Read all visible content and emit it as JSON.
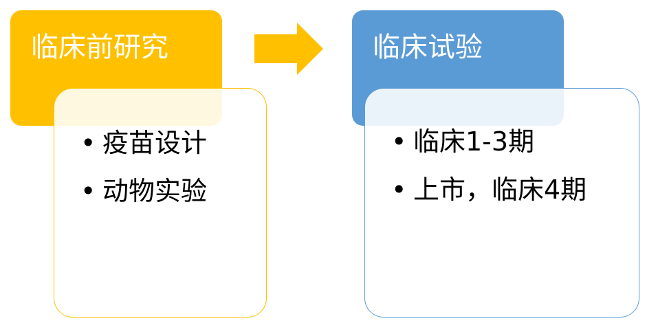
{
  "colors": {
    "stage1": "#FFC000",
    "stage2": "#5B9BD5"
  },
  "stages": [
    {
      "title": "临床前研究",
      "items": [
        "疫苗设计",
        "动物实验"
      ]
    },
    {
      "title": "临床试验",
      "items": [
        "临床1-3期",
        "上市，临床4期"
      ]
    }
  ]
}
